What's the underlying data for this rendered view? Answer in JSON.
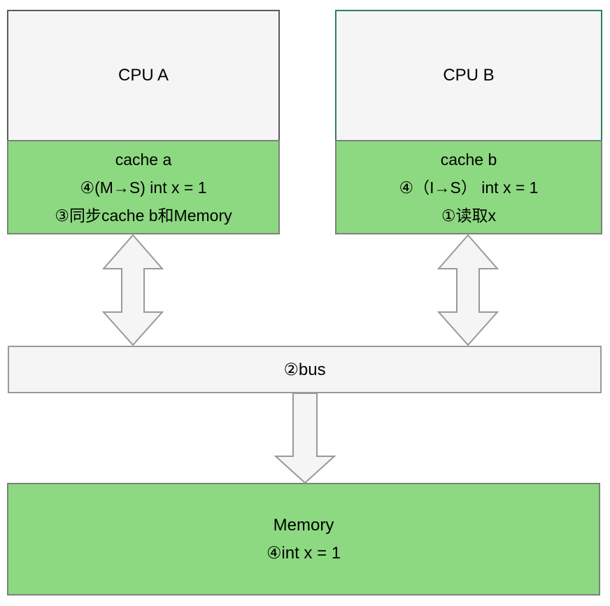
{
  "diagram": {
    "cpu_a": {
      "title": "CPU A",
      "cache_lines": [
        "cache a",
        "④(M→S) int x = 1",
        "③同步cache b和Memory"
      ]
    },
    "cpu_b": {
      "title": "CPU B",
      "cache_lines": [
        "cache b",
        "④（I→S） int x = 1",
        "①读取x"
      ]
    },
    "bus": {
      "label": "②bus"
    },
    "memory": {
      "lines": [
        "Memory",
        "④int x = 1"
      ]
    },
    "colors": {
      "green_fill": "#8dd981",
      "gray_fill": "#f5f5f5",
      "cpu_a_border": "#595959",
      "cpu_b_border": "#2e7d6e",
      "cache_border": "#7f7f7f",
      "arrow_fill": "#f5f5f5",
      "arrow_stroke": "#999999",
      "text": "#000000",
      "background": "#ffffff"
    }
  }
}
